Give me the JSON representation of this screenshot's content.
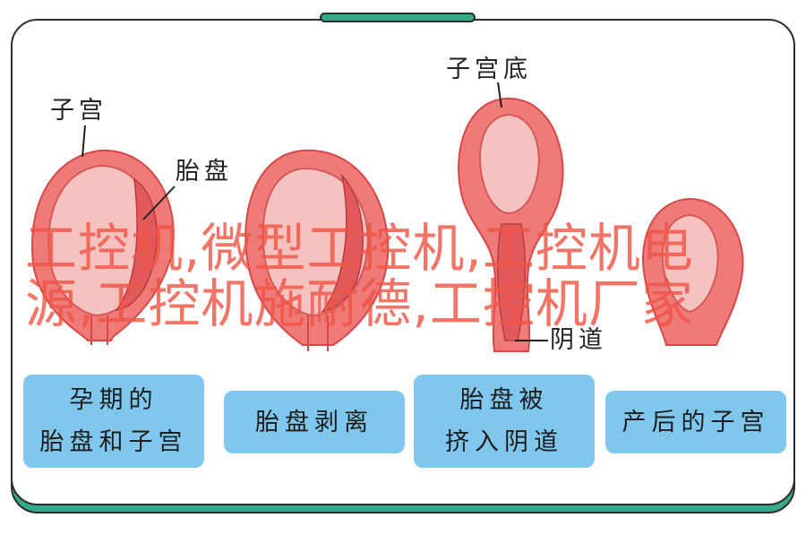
{
  "labels": {
    "uterus": "子宫",
    "placenta": "胎盘",
    "fundus": "子宫底",
    "vagina": "阴道"
  },
  "captions": [
    {
      "line1": "孕期的",
      "line2": "胎盘和子宫"
    },
    {
      "line1": "胎盘剥离",
      "line2": ""
    },
    {
      "line1": "胎盘被",
      "line2": "挤入阴道"
    },
    {
      "line1": "产后的子宫",
      "line2": ""
    }
  ],
  "watermark": {
    "text": "工控机,微型工控机,工控机电源,工控机施耐德,工控机厂家"
  },
  "colors": {
    "accent": "#35a98a",
    "caption_bg": "#7fc7ec",
    "uterus_outer": "#f07a78",
    "uterus_inner": "#f6c2c0",
    "placenta": "#e2595c",
    "watermark": "#ee5546"
  }
}
